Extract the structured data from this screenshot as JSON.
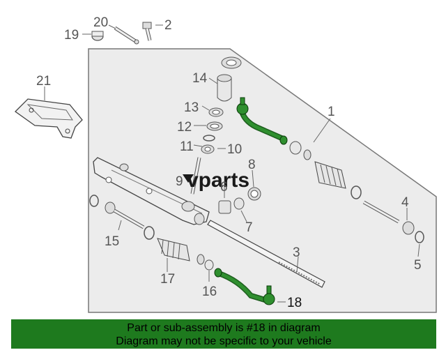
{
  "watermark": "vparts",
  "callouts": {
    "c1": "1",
    "c2": "2",
    "c3": "3",
    "c4": "4",
    "c5": "5",
    "c6": "6",
    "c7": "7",
    "c8": "8",
    "c9": "9",
    "c10": "10",
    "c11": "11",
    "c12": "12",
    "c13": "13",
    "c14": "14",
    "c15": "15",
    "c16": "16",
    "c17": "17",
    "c18": "18",
    "c19": "19",
    "c20": "20",
    "c21": "21"
  },
  "highlight_color": "#1e7a1e",
  "banner": {
    "line1": "Part or sub-assembly is #18 in diagram",
    "line2": "Diagram may not be specific to your vehicle"
  }
}
